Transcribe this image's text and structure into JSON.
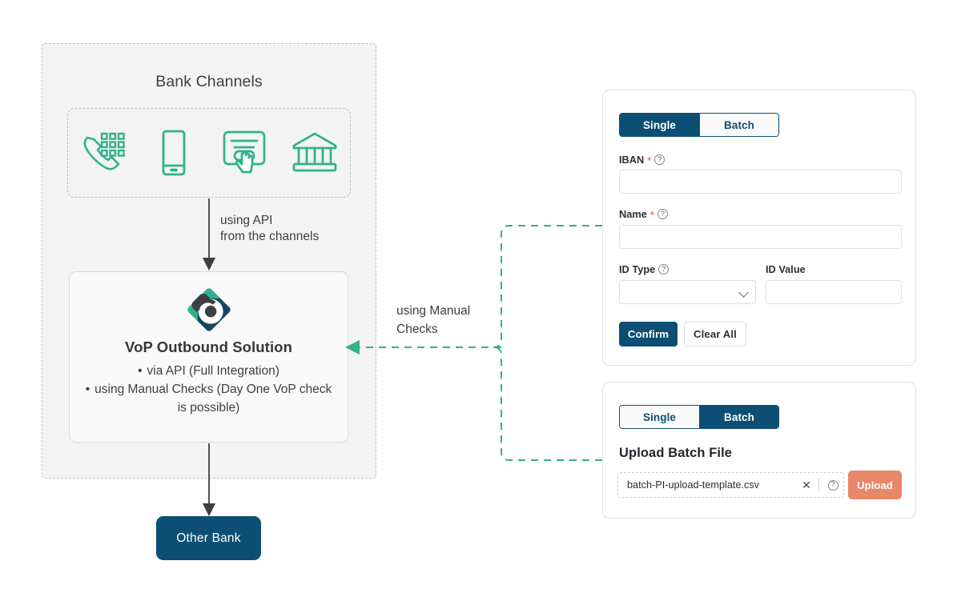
{
  "colors": {
    "green": "#2fb28a",
    "navy": "#0d4f74",
    "salmon": "#e8876a",
    "panel_bg": "#f4f4f4",
    "dash_gray": "#c2c2c2",
    "text_dark": "#3b3f44"
  },
  "left": {
    "bank_channels_title": "Bank Channels",
    "channel_icons": [
      {
        "name": "phone-keypad-icon",
        "label": "Phone banking"
      },
      {
        "name": "mobile-phone-icon",
        "label": "Mobile banking"
      },
      {
        "name": "online-banking-click-icon",
        "label": "Online banking"
      },
      {
        "name": "bank-building-icon",
        "label": "Branch"
      }
    ],
    "api_arrow_label": "using API\nfrom the channels",
    "vop_card": {
      "logo_name": "vop-diamond-logo",
      "title": "VoP Outbound Solution",
      "bullets": [
        "via API (Full Integration)",
        "using Manual Checks (Day One VoP check is possible)"
      ]
    },
    "other_bank_label": "Other Bank",
    "manual_checks_label": "using Manual\nChecks"
  },
  "single_panel": {
    "toggle": {
      "options": [
        "Single",
        "Batch"
      ],
      "selected": "Single"
    },
    "fields": [
      {
        "label": "IBAN",
        "required": true,
        "help": true,
        "value": "",
        "placeholder": ""
      },
      {
        "label": "Name",
        "required": true,
        "help": true,
        "value": "",
        "placeholder": ""
      },
      {
        "label": "ID Type",
        "required": false,
        "help": true,
        "value": "",
        "placeholder": ""
      },
      {
        "label": "ID Value",
        "required": false,
        "help": false,
        "value": "",
        "placeholder": ""
      }
    ],
    "id_type_label": "ID Type",
    "id_value_label": "ID Value",
    "iban_label": "IBAN",
    "name_label": "Name",
    "required_mark": "*",
    "help_glyph": "?",
    "confirm_label": "Confirm",
    "clear_label": "Clear All"
  },
  "batch_panel": {
    "toggle": {
      "options": [
        "Single",
        "Batch"
      ],
      "selected": "Batch"
    },
    "upload_title": "Upload Batch File",
    "file_name": "batch-PI-upload-template.csv",
    "clear_glyph": "✕",
    "help_glyph": "?",
    "upload_label": "Upload"
  }
}
